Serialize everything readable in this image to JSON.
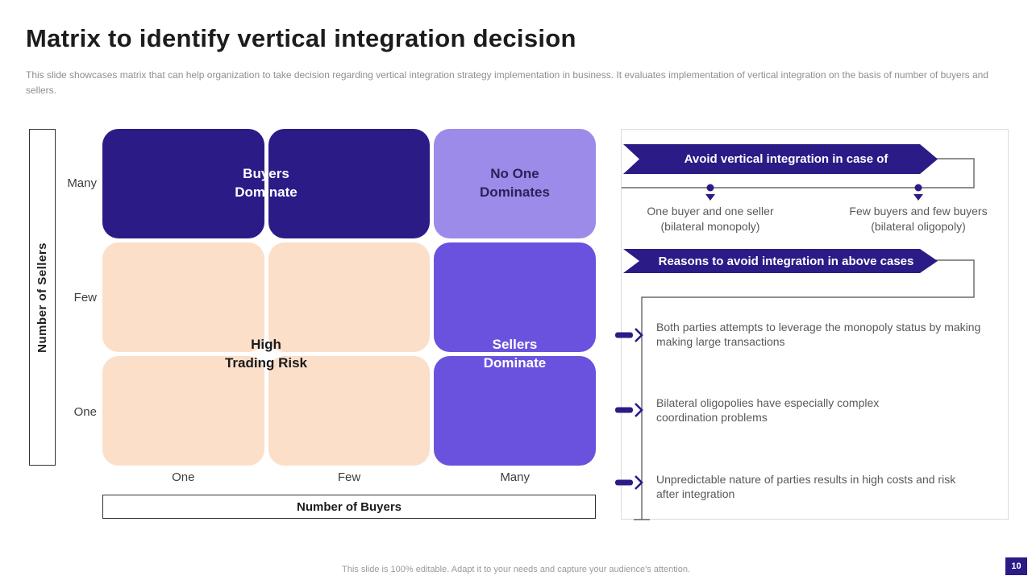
{
  "slide": {
    "title": "Matrix to identify vertical integration decision",
    "subtitle": "This slide showcases matrix that can help organization to take decision regarding vertical integration strategy implementation in business. It evaluates implementation of vertical integration on the basis of number of buyers and sellers.",
    "footer": "This slide is 100% editable.  Adapt it to your needs and capture your audience's attention.",
    "page_number": "10"
  },
  "colors": {
    "navy": "#2B1B87",
    "medium_purple": "#6A52DE",
    "light_purple": "#9C8BE8",
    "peach": "#FBDFC9",
    "text_gray": "#595959",
    "line": "#4d4d4d"
  },
  "matrix": {
    "y_axis_label": "Number of Sellers",
    "x_axis_label": "Number of Buyers",
    "row_labels": [
      "Many",
      "Few",
      "One"
    ],
    "col_labels": [
      "One",
      "Few",
      "Many"
    ],
    "cell_labels": {
      "buyers": "Buyers\nDominate",
      "no_one": "No One\nDominates",
      "high_risk": "High\nTrading Risk",
      "sellers": "Sellers\nDominate"
    },
    "cell_colors": [
      [
        "navy",
        "navy",
        "light_purple"
      ],
      [
        "peach",
        "peach",
        "medium_purple"
      ],
      [
        "peach",
        "peach",
        "medium_purple"
      ]
    ]
  },
  "panel": {
    "banner1": "Avoid vertical integration in case of",
    "cases": [
      "One buyer and one seller\n(bilateral monopoly)",
      "Few buyers and few buyers\n(bilateral oligopoly)"
    ],
    "banner2": "Reasons to avoid integration in above cases",
    "reasons": [
      "Both parties attempts to leverage the monopoly status by making\nmaking large transactions",
      "Bilateral oligopolies have especially complex\ncoordination problems",
      "Unpredictable nature of parties results in high costs and risk\nafter integration"
    ]
  }
}
